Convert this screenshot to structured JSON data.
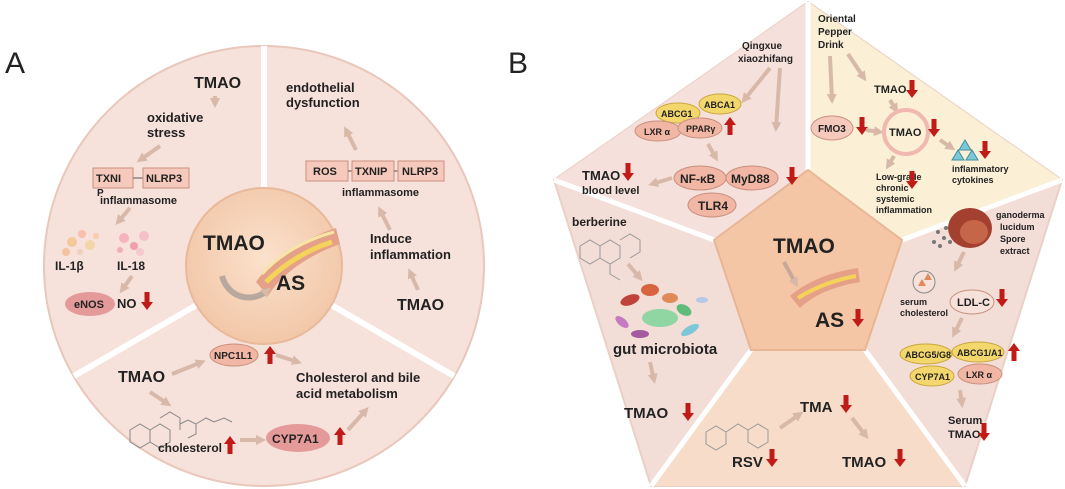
{
  "panel_a": {
    "letter": "A",
    "center": {
      "title": "TMAO",
      "subtitle": "AS"
    },
    "top_left": {
      "tmao": "TMAO",
      "stress_1": "oxidative",
      "stress_2": "stress",
      "txni": "TXNI",
      "txni_p": "P",
      "nlrp3": "NLRP3",
      "inflammasome": "inflammasome",
      "il1b": "IL-1β",
      "il18": "IL-18",
      "enos": "eNOS",
      "no": "NO"
    },
    "top_right": {
      "endo_1": "endothelial",
      "endo_2": "dysfunction",
      "ros": "ROS",
      "txnip": "TXNIP",
      "nlrp3": "NLRP3",
      "inflammasome": "inflammasome",
      "induce_1": "Induce",
      "induce_2": "inflammation",
      "tmao": "TMAO"
    },
    "bottom": {
      "tmao": "TMAO",
      "npc1l1": "NPC1L1",
      "chol_1": "Cholesterol and bile",
      "chol_2": "acid metabolism",
      "cholesterol": "cholesterol",
      "cyp7a1": "CYP7A1"
    }
  },
  "panel_b": {
    "letter": "B",
    "center": {
      "title": "TMAO",
      "subtitle": "AS"
    },
    "top_left": {
      "herb_1": "Qingxue",
      "herb_2": "xiaozhifang",
      "abcg1": "ABCG1",
      "abca1": "ABCA1",
      "lxr": "LXR α",
      "ppar": "PPARγ",
      "nfkb": "NF-κB",
      "myd88": "MyD88",
      "tlr4": "TLR4",
      "tmao_level_1": "TMAO",
      "tmao_level_2": "blood level"
    },
    "top_right": {
      "drink_1": "Oriental",
      "drink_2": "Pepper",
      "drink_3": "Drink",
      "tmao_small": "TMAO",
      "fmo3": "FMO3",
      "tmao_cycle": "TMAO",
      "lowgrade_1": "Low-grade",
      "lowgrade_2": "chronic",
      "lowgrade_3": "systemic",
      "lowgrade_4": "inflammation",
      "cyto_1": "inflammatory",
      "cyto_2": "cytokines"
    },
    "left": {
      "berberine": "berberine",
      "gut": "gut microbiota",
      "tmao": "TMAO"
    },
    "right": {
      "gano_1": "ganoderma",
      "gano_2": "lucidum",
      "gano_3": "Spore",
      "gano_4": "extract",
      "serum_chol_1": "serum",
      "serum_chol_2": "cholesterol",
      "ldlc": "LDL-C",
      "abcg5": "ABCG5/G8",
      "abcg1a1": "ABCG1/A1",
      "cyp7a1": "CYP7A1",
      "lxr": "LXR α",
      "serum_1": "Serum",
      "serum_2": "TMAO"
    },
    "bottom": {
      "tma": "TMA",
      "rsv": "RSV",
      "tmao": "TMAO"
    }
  }
}
